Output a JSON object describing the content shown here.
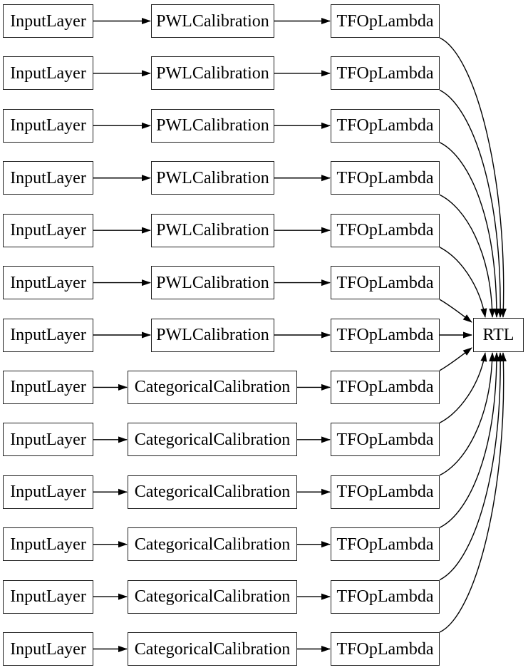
{
  "diagram": {
    "sink": "RTL",
    "rows": [
      {
        "input": "InputLayer",
        "calibration": "PWLCalibration",
        "lambda": "TFOpLambda"
      },
      {
        "input": "InputLayer",
        "calibration": "PWLCalibration",
        "lambda": "TFOpLambda"
      },
      {
        "input": "InputLayer",
        "calibration": "PWLCalibration",
        "lambda": "TFOpLambda"
      },
      {
        "input": "InputLayer",
        "calibration": "PWLCalibration",
        "lambda": "TFOpLambda"
      },
      {
        "input": "InputLayer",
        "calibration": "PWLCalibration",
        "lambda": "TFOpLambda"
      },
      {
        "input": "InputLayer",
        "calibration": "PWLCalibration",
        "lambda": "TFOpLambda"
      },
      {
        "input": "InputLayer",
        "calibration": "PWLCalibration",
        "lambda": "TFOpLambda"
      },
      {
        "input": "InputLayer",
        "calibration": "CategoricalCalibration",
        "lambda": "TFOpLambda"
      },
      {
        "input": "InputLayer",
        "calibration": "CategoricalCalibration",
        "lambda": "TFOpLambda"
      },
      {
        "input": "InputLayer",
        "calibration": "CategoricalCalibration",
        "lambda": "TFOpLambda"
      },
      {
        "input": "InputLayer",
        "calibration": "CategoricalCalibration",
        "lambda": "TFOpLambda"
      },
      {
        "input": "InputLayer",
        "calibration": "CategoricalCalibration",
        "lambda": "TFOpLambda"
      },
      {
        "input": "InputLayer",
        "calibration": "CategoricalCalibration",
        "lambda": "TFOpLambda"
      }
    ]
  },
  "colors": {
    "background": "#ffffff",
    "node_fill": "#ffffff",
    "node_border": "#1f1f1f",
    "edge": "#000000",
    "text": "#000000"
  }
}
